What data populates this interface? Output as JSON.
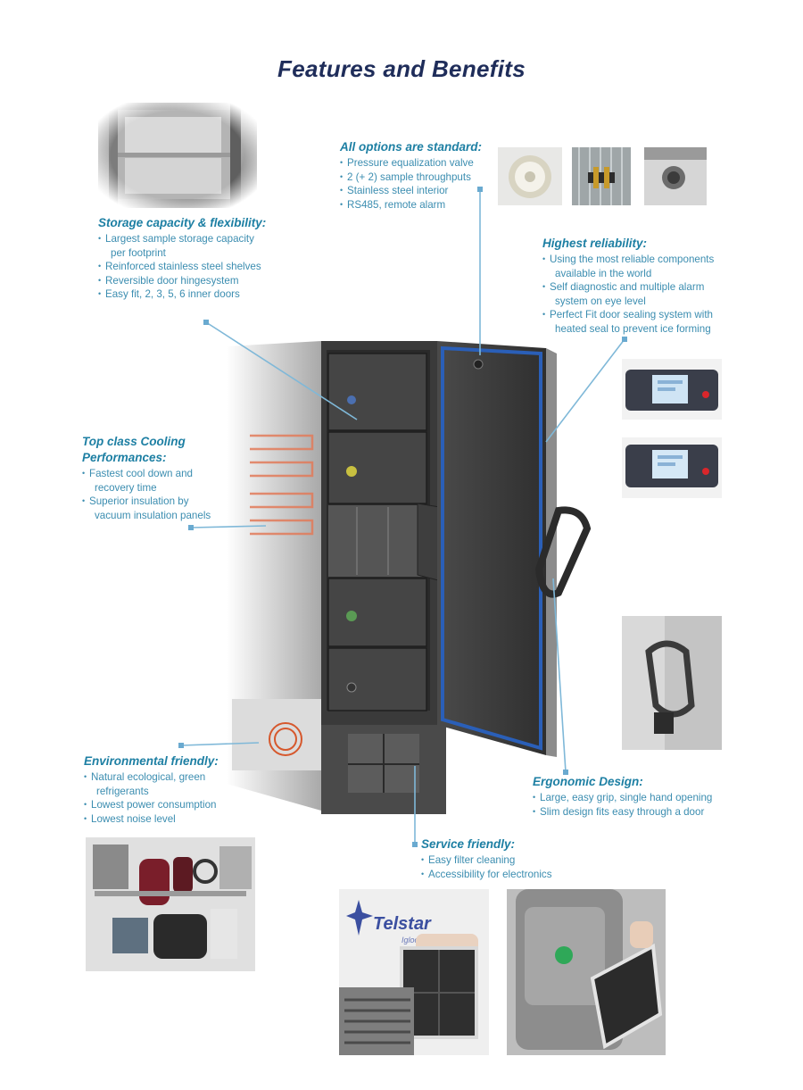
{
  "page": {
    "title": "Features and Benefits"
  },
  "storage": {
    "heading": "Storage capacity & flexibility:",
    "items": [
      "Largest sample storage capacity",
      "per footprint",
      "Reinforced stainless steel shelves",
      "Reversible door hingesystem",
      "Easy fit, 2, 3, 5, 6 inner doors"
    ]
  },
  "options": {
    "heading": "All options are standard:",
    "items": [
      "Pressure equalization valve",
      "2 (+ 2) sample throughputs",
      "Stainless steel interior",
      "RS485, remote alarm"
    ]
  },
  "reliability": {
    "heading": "Highest reliability:",
    "items": [
      "Using the most reliable components",
      "available in the world",
      "Self diagnostic and multiple alarm",
      "system on eye level",
      "Perfect Fit door sealing system with",
      "heated seal to prevent ice forming"
    ]
  },
  "cooling": {
    "heading_line1": "Top class Cooling",
    "heading_line2": "Performances:",
    "items": [
      "Fastest cool down and",
      "recovery time",
      "Superior insulation by",
      "vacuum insulation panels"
    ]
  },
  "environment": {
    "heading": "Environmental friendly:",
    "items": [
      "Natural ecological, green",
      "refrigerants",
      "Lowest power consumption",
      "Lowest noise level"
    ]
  },
  "ergonomic": {
    "heading": "Ergonomic Design:",
    "items": [
      "Large, easy grip,  single hand opening",
      "Slim design fits easy through a door"
    ]
  },
  "service": {
    "heading": "Service friendly:",
    "items": [
      "Easy filter cleaning",
      "Accessibility for electronics"
    ]
  },
  "logo": {
    "brand": "Telstar",
    "sub": "Igloo"
  },
  "colors": {
    "heading": "#1d7fa3",
    "title": "#1f2d5a",
    "body_text": "#3b8db0",
    "door_seal": "#2a5fb8"
  }
}
